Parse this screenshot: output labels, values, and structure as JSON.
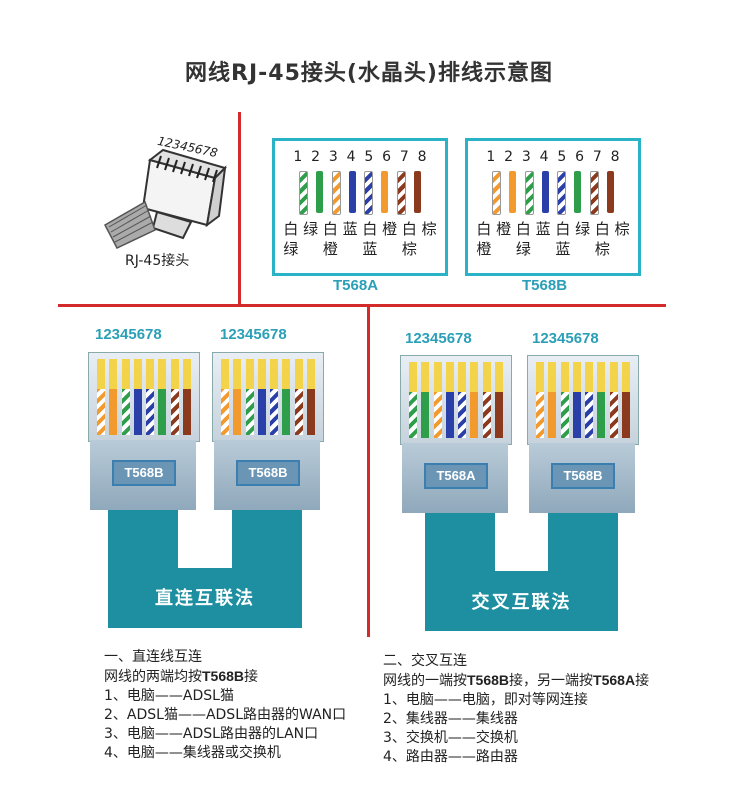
{
  "title": "网线RJ-45接头(水晶头)排线示意图",
  "connector": {
    "pin_numbers": "12345678",
    "caption": "RJ-45接头"
  },
  "t568a_box": {
    "pin_numbers": [
      "1",
      "2",
      "3",
      "4",
      "5",
      "6",
      "7",
      "8"
    ],
    "color_labels_row1": [
      "白",
      "绿",
      "白",
      "蓝",
      "白",
      "橙",
      "白",
      "棕"
    ],
    "color_labels_row2": [
      "绿",
      "",
      "橙",
      "",
      "蓝",
      "",
      "棕",
      ""
    ],
    "wires": [
      "#ffffff|#2e9e4a",
      "#2e9e4a",
      "#ffffff|#f29a2e",
      "#2a3fa8",
      "#ffffff|#2a3fa8",
      "#f29a2e",
      "#ffffff|#8b3a1e",
      "#8b3a1e"
    ],
    "caption": "T568A"
  },
  "t568b_box": {
    "pin_numbers": [
      "1",
      "2",
      "3",
      "4",
      "5",
      "6",
      "7",
      "8"
    ],
    "color_labels_row1": [
      "白",
      "橙",
      "白",
      "蓝",
      "白",
      "绿",
      "白",
      "棕"
    ],
    "color_labels_row2": [
      "橙",
      "",
      "绿",
      "",
      "蓝",
      "",
      "棕",
      ""
    ],
    "wires": [
      "#ffffff|#f29a2e",
      "#f29a2e",
      "#ffffff|#2e9e4a",
      "#2a3fa8",
      "#ffffff|#2a3fa8",
      "#2e9e4a",
      "#ffffff|#8b3a1e",
      "#8b3a1e"
    ],
    "caption": "T568B"
  },
  "straight": {
    "left_plug": {
      "pin_numbers": "12345678",
      "standard": "T568B"
    },
    "right_plug": {
      "pin_numbers": "12345678",
      "standard": "T568B"
    },
    "cable_label": "直连互联法"
  },
  "crossover": {
    "left_plug": {
      "pin_numbers": "12345678",
      "standard": "T568A"
    },
    "right_plug": {
      "pin_numbers": "12345678",
      "standard": "T568B"
    },
    "cable_label": "交叉互联法"
  },
  "notes_left": {
    "heading": "一、直连线互连",
    "line_prefix": "网线的两端均按",
    "line_bold": "T568B",
    "line_suffix": "接",
    "items": [
      "1、电脑——ADSL猫",
      "2、ADSL猫——ADSL路由器的WAN口",
      "3、电脑——ADSL路由器的LAN口",
      "4、电脑——集线器或交换机"
    ]
  },
  "notes_right": {
    "heading": "二、交叉互连",
    "line_prefix": "网线的一端按",
    "line_bold1": "T568B",
    "line_mid": "接，另一端按",
    "line_bold2": "T568A",
    "line_suffix": "接",
    "items": [
      "1、电脑——电脑，即对等网连接",
      "2、集线器——集线器",
      "3、交换机——交换机",
      "4、路由器——路由器"
    ]
  }
}
